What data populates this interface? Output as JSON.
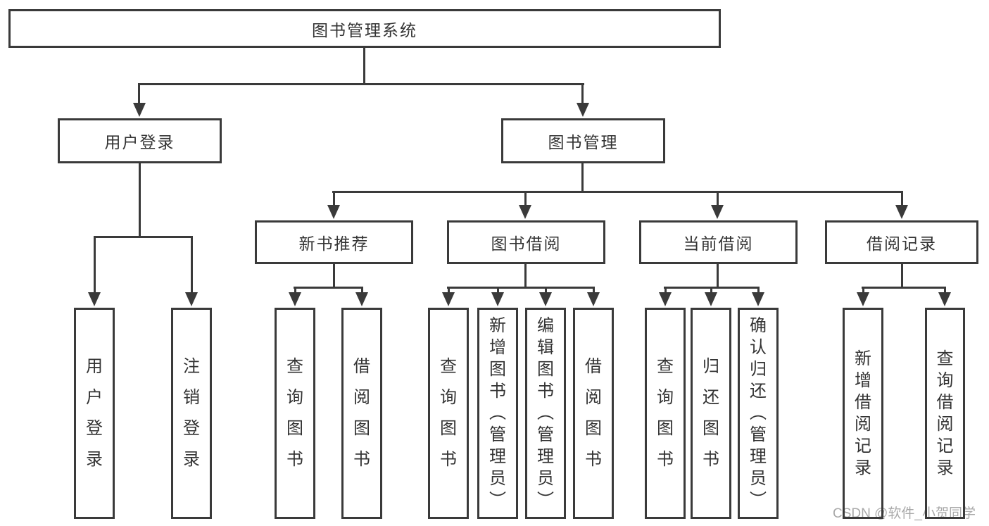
{
  "diagram": {
    "title": "图书管理系统",
    "root": {
      "label": "图书管理系统"
    },
    "level2": [
      {
        "id": "user-login",
        "label": "用户登录"
      },
      {
        "id": "book-management",
        "label": "图书管理"
      }
    ],
    "level3": [
      {
        "id": "new-book-recommend",
        "label": "新书推荐",
        "parent": "图书管理"
      },
      {
        "id": "book-borrowing",
        "label": "图书借阅",
        "parent": "图书管理"
      },
      {
        "id": "current-borrowing",
        "label": "当前借阅",
        "parent": "图书管理"
      },
      {
        "id": "borrowing-records",
        "label": "借阅记录",
        "parent": "图书管理"
      }
    ],
    "leaves": [
      {
        "group": "用户登录",
        "label": "用户登录"
      },
      {
        "group": "用户登录",
        "label": "注销登录"
      },
      {
        "group": "新书推荐",
        "label": "查询图书"
      },
      {
        "group": "新书推荐",
        "label": "借阅图书"
      },
      {
        "group": "图书借阅",
        "label": "查询图书"
      },
      {
        "group": "图书借阅",
        "label": "新增图书（管理员）"
      },
      {
        "group": "图书借阅",
        "label": "编辑图书（管理员）"
      },
      {
        "group": "图书借阅",
        "label": "借阅图书"
      },
      {
        "group": "当前借阅",
        "label": "查询图书"
      },
      {
        "group": "当前借阅",
        "label": "归还图书"
      },
      {
        "group": "当前借阅",
        "label": "确认归还（管理员）"
      },
      {
        "group": "借阅记录",
        "label": "新增借阅记录"
      },
      {
        "group": "借阅记录",
        "label": "查询借阅记录"
      }
    ],
    "watermark": "CSDN @软件_小贺同学",
    "colors": {
      "line": "#3a3a3a",
      "text": "#333333",
      "watermark": "#a9a9a9",
      "background": "#ffffff"
    }
  }
}
